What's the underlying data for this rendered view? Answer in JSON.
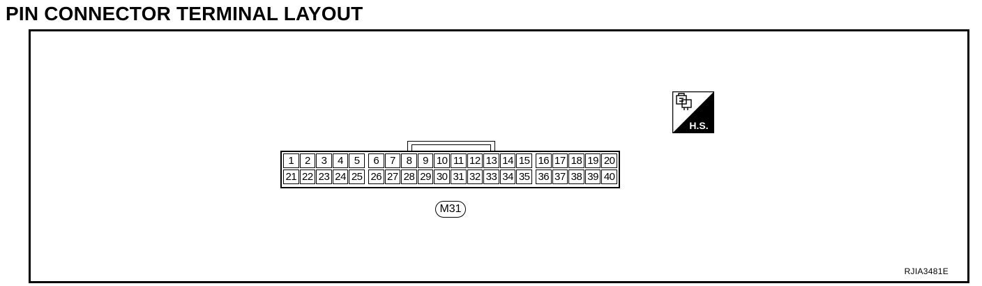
{
  "title": "PIN CONNECTOR TERMINAL LAYOUT",
  "connector": {
    "label": "M31",
    "row1": [
      "1",
      "2",
      "3",
      "4",
      "5",
      "6",
      "7",
      "8",
      "9",
      "10",
      "11",
      "12",
      "13",
      "14",
      "15",
      "16",
      "17",
      "18",
      "19",
      "20"
    ],
    "row2": [
      "21",
      "22",
      "23",
      "24",
      "25",
      "26",
      "27",
      "28",
      "29",
      "30",
      "31",
      "32",
      "33",
      "34",
      "35",
      "36",
      "37",
      "38",
      "39",
      "40"
    ]
  },
  "hs_icon": {
    "text": "H.S.",
    "name": "harness-side-icon"
  },
  "ref_code": "RJIA3481E"
}
